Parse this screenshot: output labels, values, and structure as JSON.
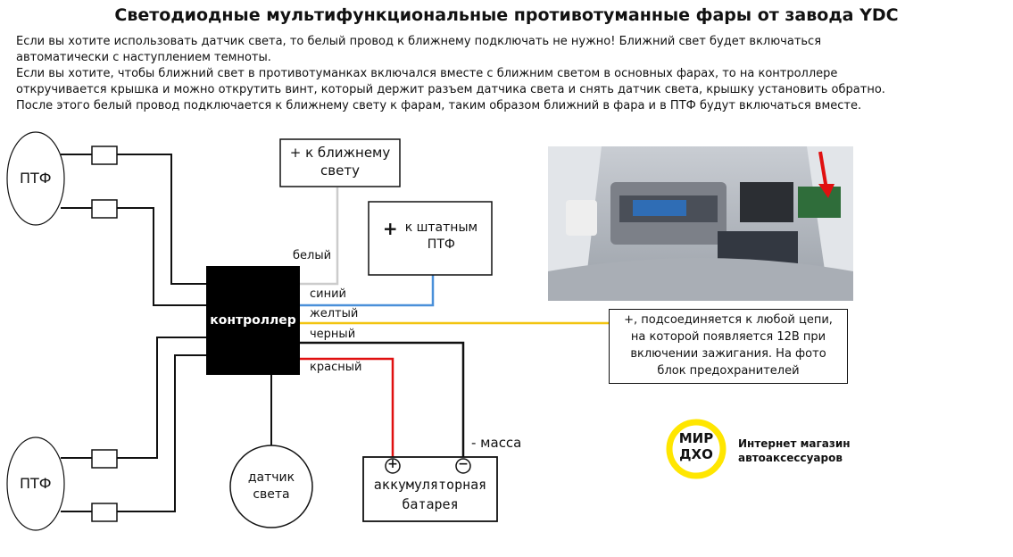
{
  "title": "Светодиодные мультифункциональные противотуманные фары от завода YDC",
  "intro": {
    "line1": "Если вы хотите использовать датчик света, то белый провод к ближнему подключать не нужно! Ближний свет будет включаться",
    "line2": "автоматически с наступлением темноты.",
    "line3": "Если вы хотите, чтобы ближний свет в противотуманках включался вместе с ближним светом в основных фарах, то на контроллере",
    "line4": "откручивается крышка и можно открутить винт, который держит разъем датчика света и снять датчик света, крышку установить обратно.",
    "line5": "После этого белый провод подключается к ближнему свету к фарам, таким образом ближний в фара и в ПТФ будут включаться вместе."
  },
  "fog_top": "ПТФ",
  "fog_bottom": "ПТФ",
  "controller": "контроллер",
  "low_beam_box": {
    "line1": "+ к ближнему",
    "line2": "свету"
  },
  "stock_fog_box": {
    "plus": "+",
    "line1": "к штатным",
    "line2": "ПТФ"
  },
  "wires": {
    "white": "белый",
    "blue": "синий",
    "yellow": "желтый",
    "black": "черный",
    "red": "красный",
    "ground": "- масса"
  },
  "sensor": {
    "line1": "датчик",
    "line2": "света"
  },
  "battery": {
    "line1": "аккумуляторная",
    "line2": "батарея",
    "plus": "+",
    "minus": "−"
  },
  "note": {
    "line1": "+, подсоединяется к любой цепи,",
    "line2": "на которой появляется 12В при",
    "line3": "включении зажигания. На фото",
    "line4": "блок предохранителей"
  },
  "logo": {
    "line1": "МИР",
    "line2": "ДХО",
    "tag1": "Интернет магазин",
    "tag2": "автоаксессуаров"
  },
  "colors": {
    "white_wire": "#cccccc",
    "blue_wire": "#4a90d9",
    "yellow_wire": "#f2c40f",
    "red_wire": "#e01010",
    "black_wire": "#111111",
    "logo_yellow": "#ffe600"
  }
}
